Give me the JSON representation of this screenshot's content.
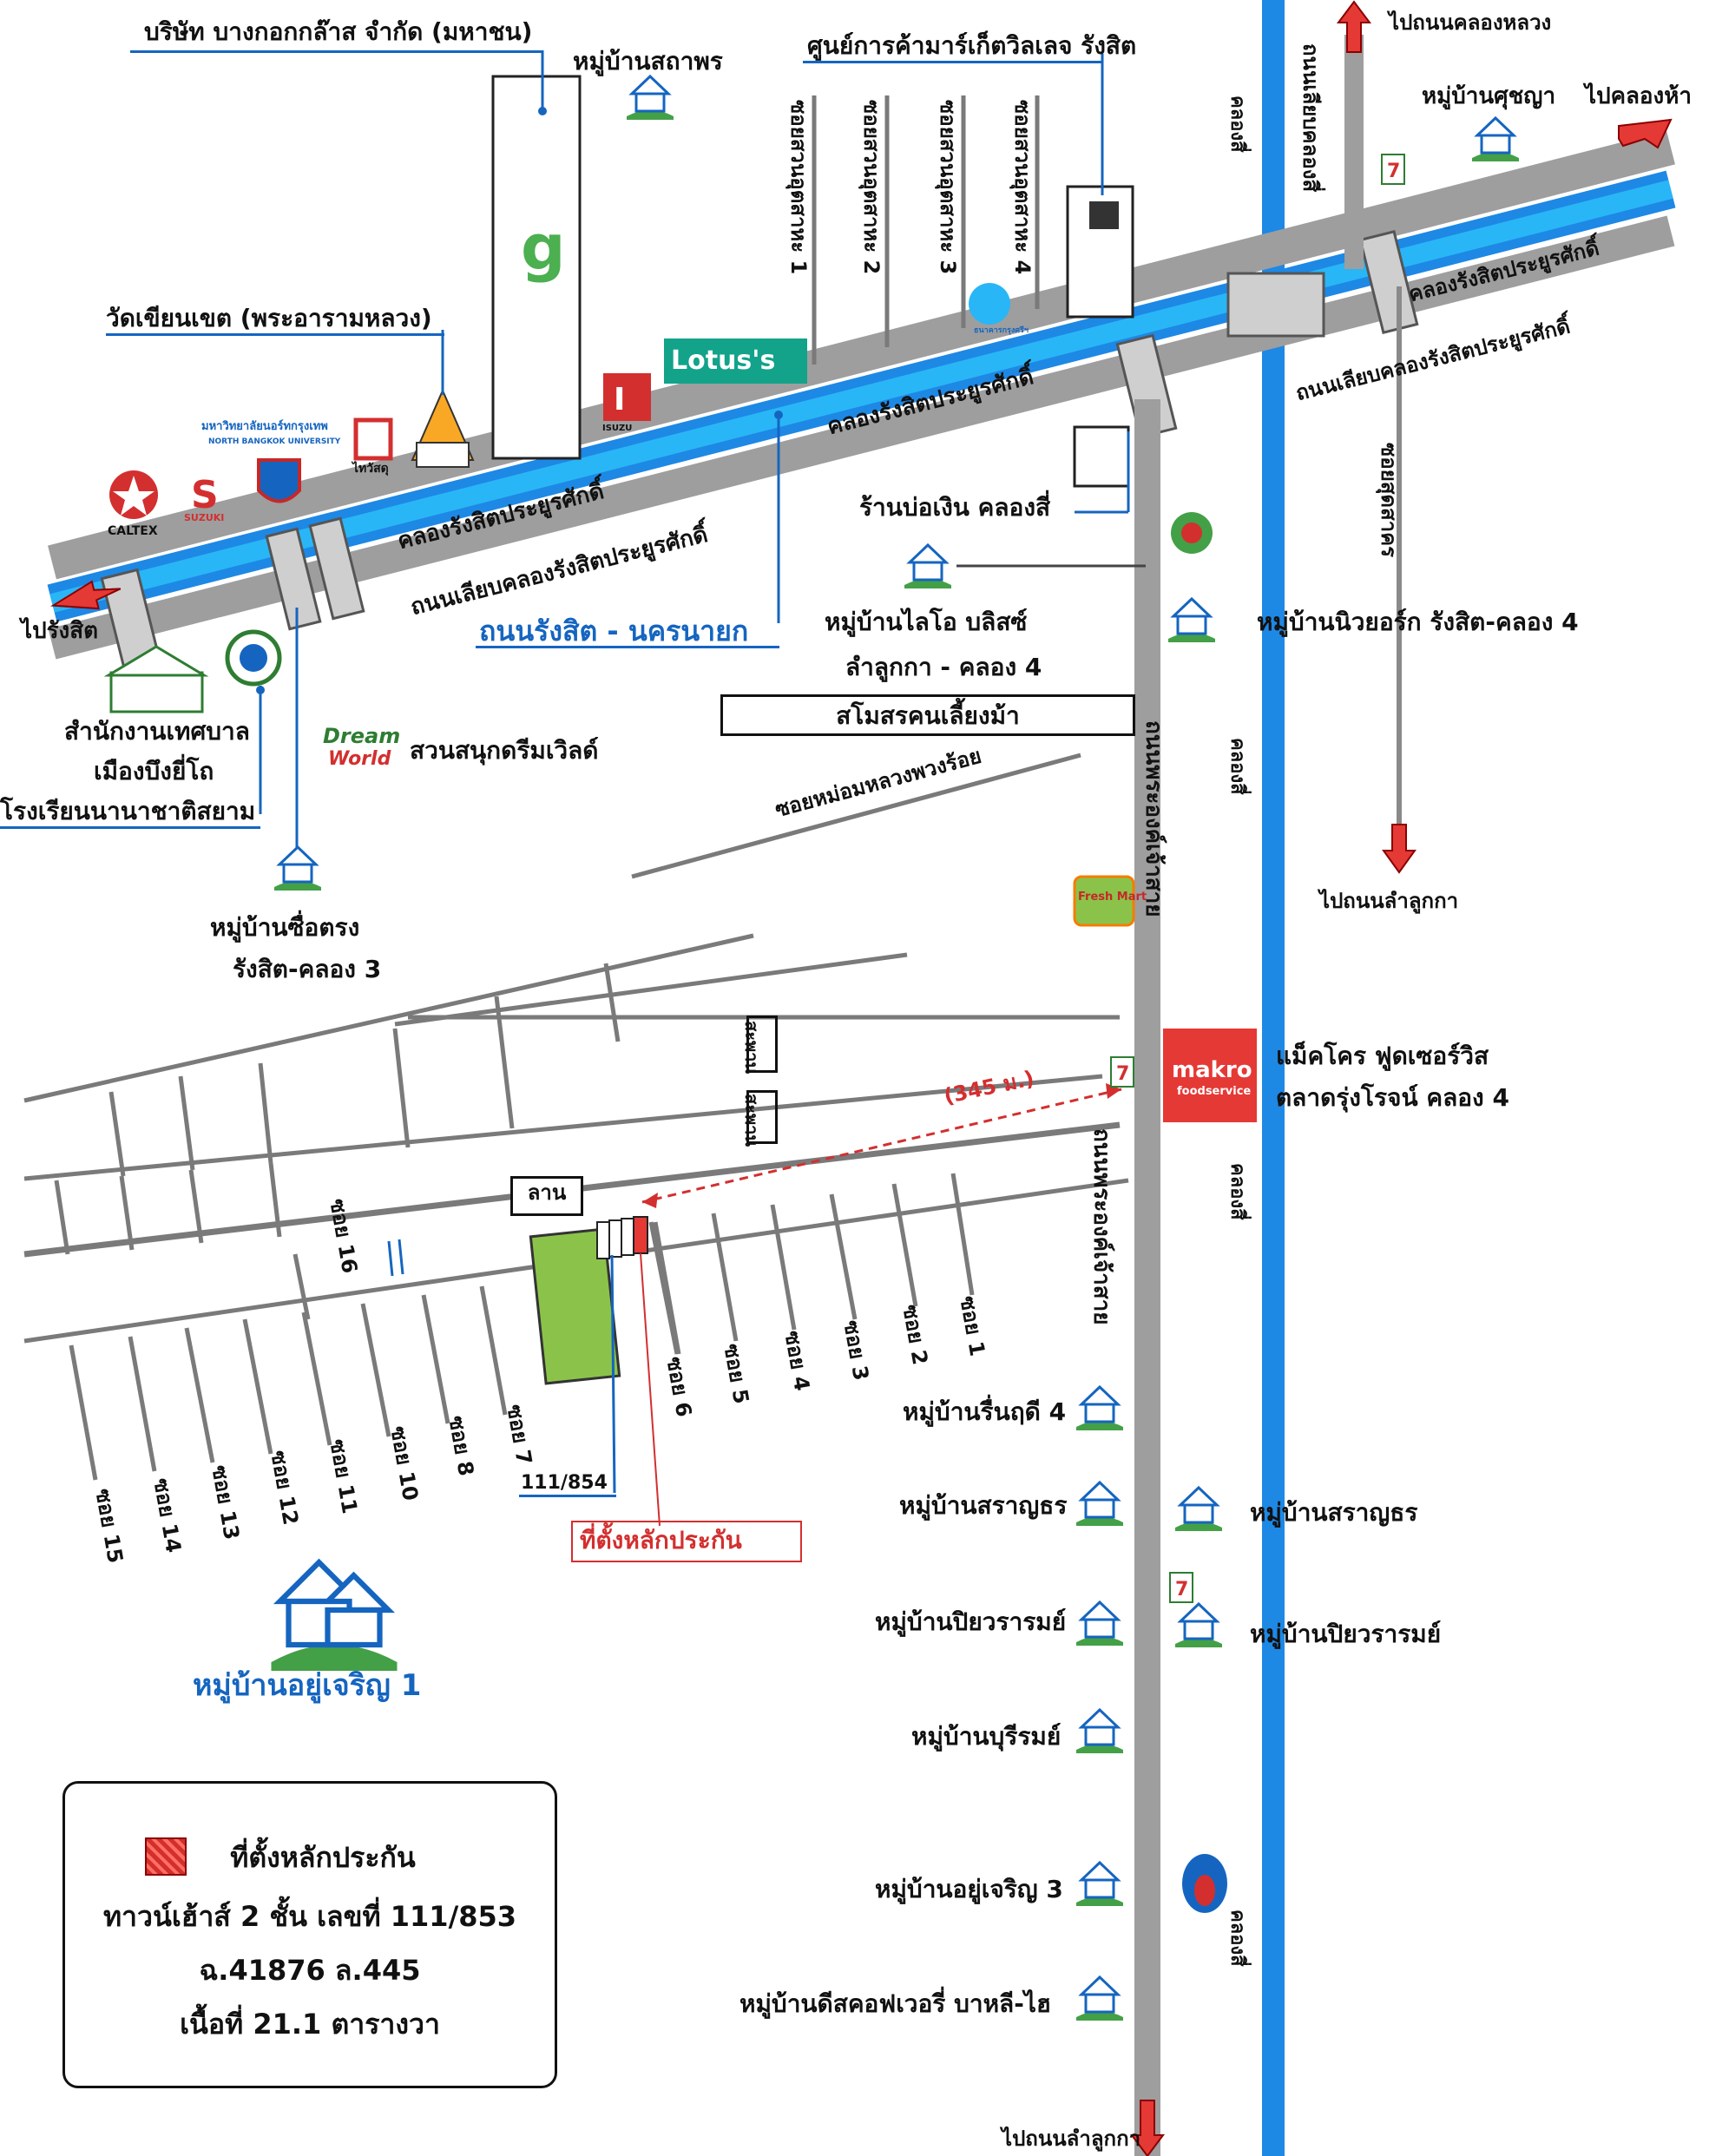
{
  "colors": {
    "road": "#9e9e9e",
    "road_edge": "#6d6d6d",
    "canal": "#1e88e5",
    "canal_light": "#29b6f6",
    "label_blue": "#1565c0",
    "marker_red": "#d32f2f",
    "plot_green": "#8bc34a"
  },
  "companies": {
    "bangkok_glass": "บริษัท บางกอกกล๊าส จำกัด (มหาชน)",
    "market_village": "ศูนย์การค้ามาร์เก็ตวิลเลจ รังสิต",
    "wat": "วัดเขียนเขต (พระอารามหลวง)",
    "lotus": "Lotus's",
    "isuzu": "ISUZU",
    "thaiwatsadu": "ไทวัสดุ",
    "nbu": "มหาวิทยาลัยนอร์ทกรุงเทพ",
    "nbu_en": "NORTH BANGKOK UNIVERSITY",
    "caltex": "CALTEX",
    "suzuki": "SUZUKI",
    "krungsri": "ธนาคารกรุงศรีฯ",
    "makro": "makro",
    "makro_sub": "foodservice"
  },
  "villages": {
    "sathaporn": "หมู่บ้านสถาพร",
    "sudya": "หมู่บ้านศุชญา",
    "lio_1": "หมู่บ้านไลโอ บลิสซ์",
    "lio_2": "ลำลูกกา - คลอง 4",
    "newyork": "หมู่บ้านนิวยอร์ก รังสิต-คลอง 4",
    "suetrong_1": "หมู่บ้านซื่อตรง",
    "suetrong_2": "รังสิต-คลอง 3",
    "rueenrudee": "หมู่บ้านรื่นฤดี 4",
    "saranthorn_w": "หมู่บ้านสราญธร",
    "saranthorn_e": "หมู่บ้านสราญธร",
    "piyawaram_w": "หมู่บ้านปิยวรารมย์",
    "piyawaram_e": "หมู่บ้านปิยวรารมย์",
    "bureerom": "หมู่บ้านบุรีรมย์",
    "yucharoen3": "หมู่บ้านอยู่เจริญ 3",
    "discovery": "หมู่บ้านดีสคอฟเวอรี่ บาหลี-ไฮ",
    "yucharoen1": "หมู่บ้านอยู่เจริญ 1"
  },
  "places": {
    "bo_ngoen": "ร้านบ่อเงิน คลองสี่",
    "samosorn": "สโมสรคนเลี้ยงม้า",
    "municipal_1": "สำนักงานเทศบาล",
    "municipal_2": "เมืองบึงยี่โถ",
    "school": "โรงเรียนนานาชาติสยาม",
    "dreamworld": "สวนสนุกดรีมเวิลด์",
    "dreamworld_logo_1": "Dream",
    "dreamworld_logo_2": "World",
    "makro_label_1": "แม็คโคร ฟูดเซอร์วิส",
    "makro_label_2": "ตลาดรุ่งโรจน์ คลอง 4",
    "freshmart": "Fresh Mart",
    "lan": "ลาน",
    "house_no": "111/854",
    "collateral": "ที่ตั้งหลักประกัน",
    "distance": "(345 ม.)"
  },
  "roads": {
    "rangsit_nakhonnayok": "ถนนรังสิต - นครนายก",
    "canal_road_1": "ถนนเลียบคลองรังสิตประยูรศักดิ์",
    "canal_road_2": "ถนนเลียบคลองรังสิตประยูรศักดิ์",
    "canal_1": "คลองรังสิตประยูรศักดิ์",
    "canal_2": "คลองรังสิตประยูรศักดิ์",
    "canal_3": "คลองรังสิตประยูรศักดิ์",
    "phra_ong_chao_1": "ถนนพระองค์เจ้าสาย",
    "phra_ong_chao_2": "ถนนพระองค์เจ้าสาย",
    "liab_khlong_si": "ถนนเลียบคลองสี่",
    "soi_sudsakhon": "ซอยสุดสาคร",
    "soi_mom_luang": "ซอยหม่อมหลวงพวงร้อย",
    "khlong_si_1": "คลองสี่",
    "khlong_si_2": "คลองสี่",
    "khlong_si_3": "คลองสี่",
    "khlong_si_4": "คลองสี่",
    "soi_suan_1": "ซอยสวนอุตสาหะ 1",
    "soi_suan_2": "ซอยสวนอุตสาหะ 2",
    "soi_suan_3": "ซอยสวนอุตสาหะ 3",
    "soi_suan_4": "ซอยสวนอุตสาหะ 4",
    "saphan_1": "สะพาน",
    "saphan_2": "สะพาน"
  },
  "directions": {
    "to_rangsit": "ไปรังสิต",
    "to_khlong_luang": "ไปถนนคลองหลวง",
    "to_khlong_ha": "ไปคลองห้า",
    "to_lamlukka_1": "ไปถนนลำลูกกา",
    "to_lamlukka_2": "ไปถนนลำลูกกา"
  },
  "soi_labels": [
    "ซอย 1",
    "ซอย 2",
    "ซอย 3",
    "ซอย 4",
    "ซอย 5",
    "ซอย 6",
    "ซอย 7",
    "ซอย 8",
    "ซอย 10",
    "ซอย 11",
    "ซอย 12",
    "ซอย 13",
    "ซอย 14",
    "ซอย 15",
    "ซอย 16"
  ],
  "legend": {
    "title": "ที่ตั้งหลักประกัน",
    "line1": "ทาวน์เฮ้าส์ 2 ชั้น เลขที่ 111/853",
    "line2": "ฉ.41876  ล.445",
    "line3": "เนื้อที่ 21.1 ตารางวา"
  }
}
